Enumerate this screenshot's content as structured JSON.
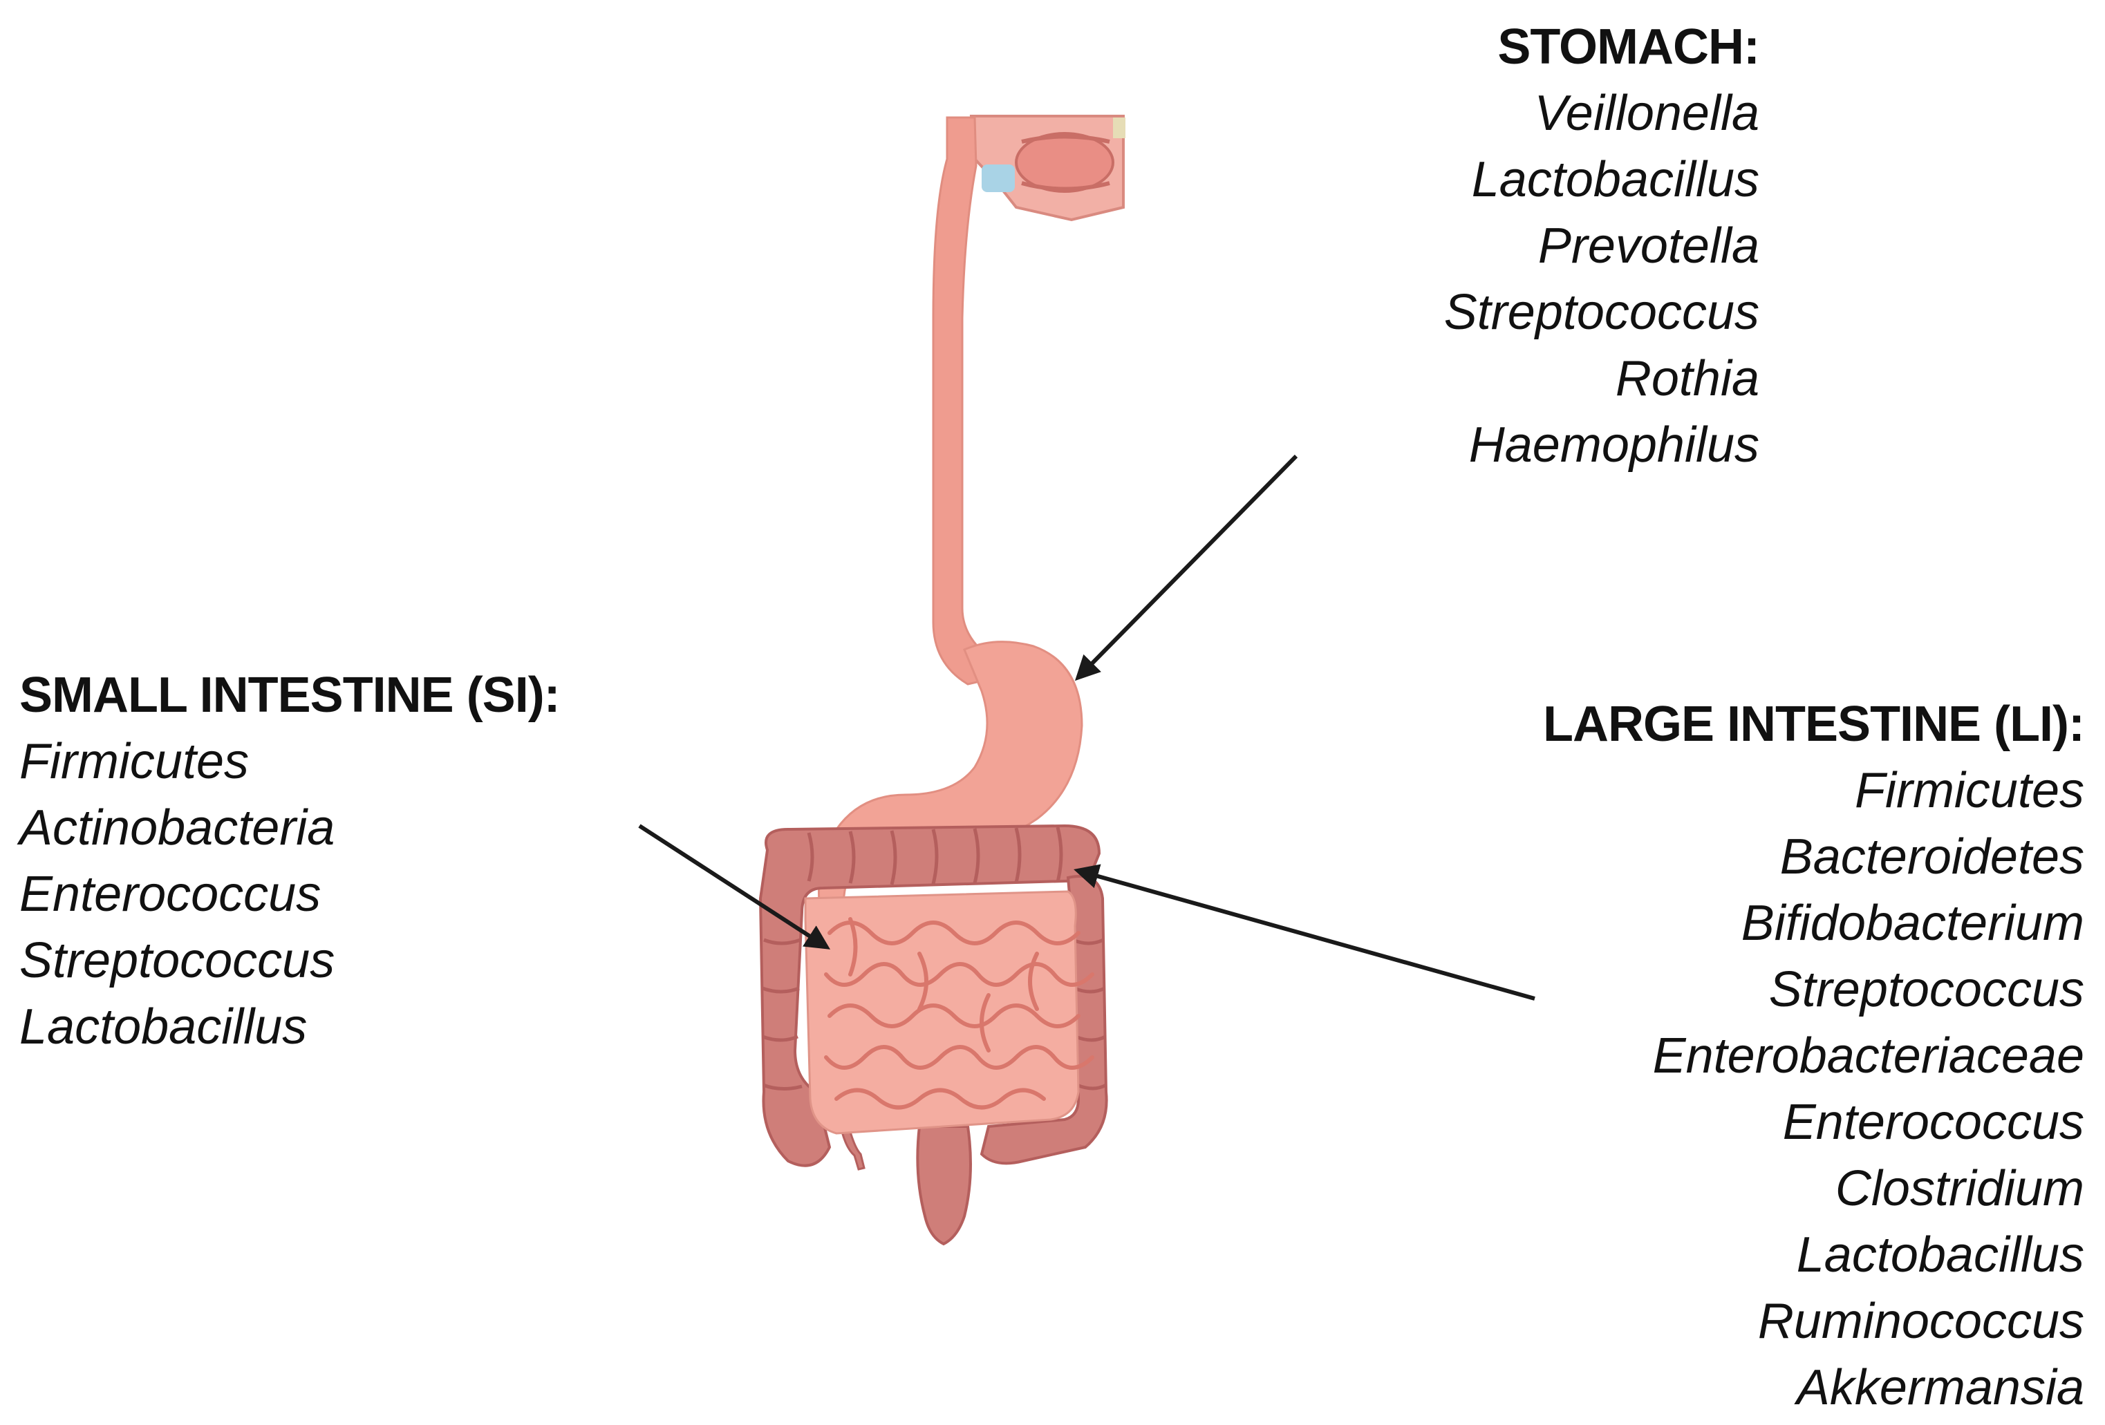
{
  "stomach": {
    "heading": "STOMACH:",
    "genera": [
      "Veillonella",
      "Lactobacillus",
      "Prevotella",
      "Streptococcus",
      "Rothia",
      "Haemophilus"
    ]
  },
  "small_intestine": {
    "heading": "SMALL INTESTINE (SI):",
    "genera": [
      "Firmicutes",
      "Actinobacteria",
      "Enterococcus",
      "Streptococcus",
      "Lactobacillus"
    ]
  },
  "large_intestine": {
    "heading": "LARGE INTESTINE (LI):",
    "genera": [
      "Firmicutes",
      "Bacteroidetes",
      "Bifidobacterium",
      "Streptococcus",
      "Enterobacteriaceae",
      "Enterococcus",
      "Clostridium",
      "Lactobacillus",
      "Ruminococcus",
      "Akkermansia"
    ]
  },
  "colors": {
    "text": "#111111",
    "arrow": "#1a1a1a",
    "esophagus": "#ef9c8f",
    "stomach": "#f2a396",
    "small_intestine": "#f4ada1",
    "small_intestine_fold": "#d9776c",
    "large_intestine": "#cf7e79",
    "large_intestine_dark": "#b45f5d",
    "mouth": "#e98e85"
  }
}
